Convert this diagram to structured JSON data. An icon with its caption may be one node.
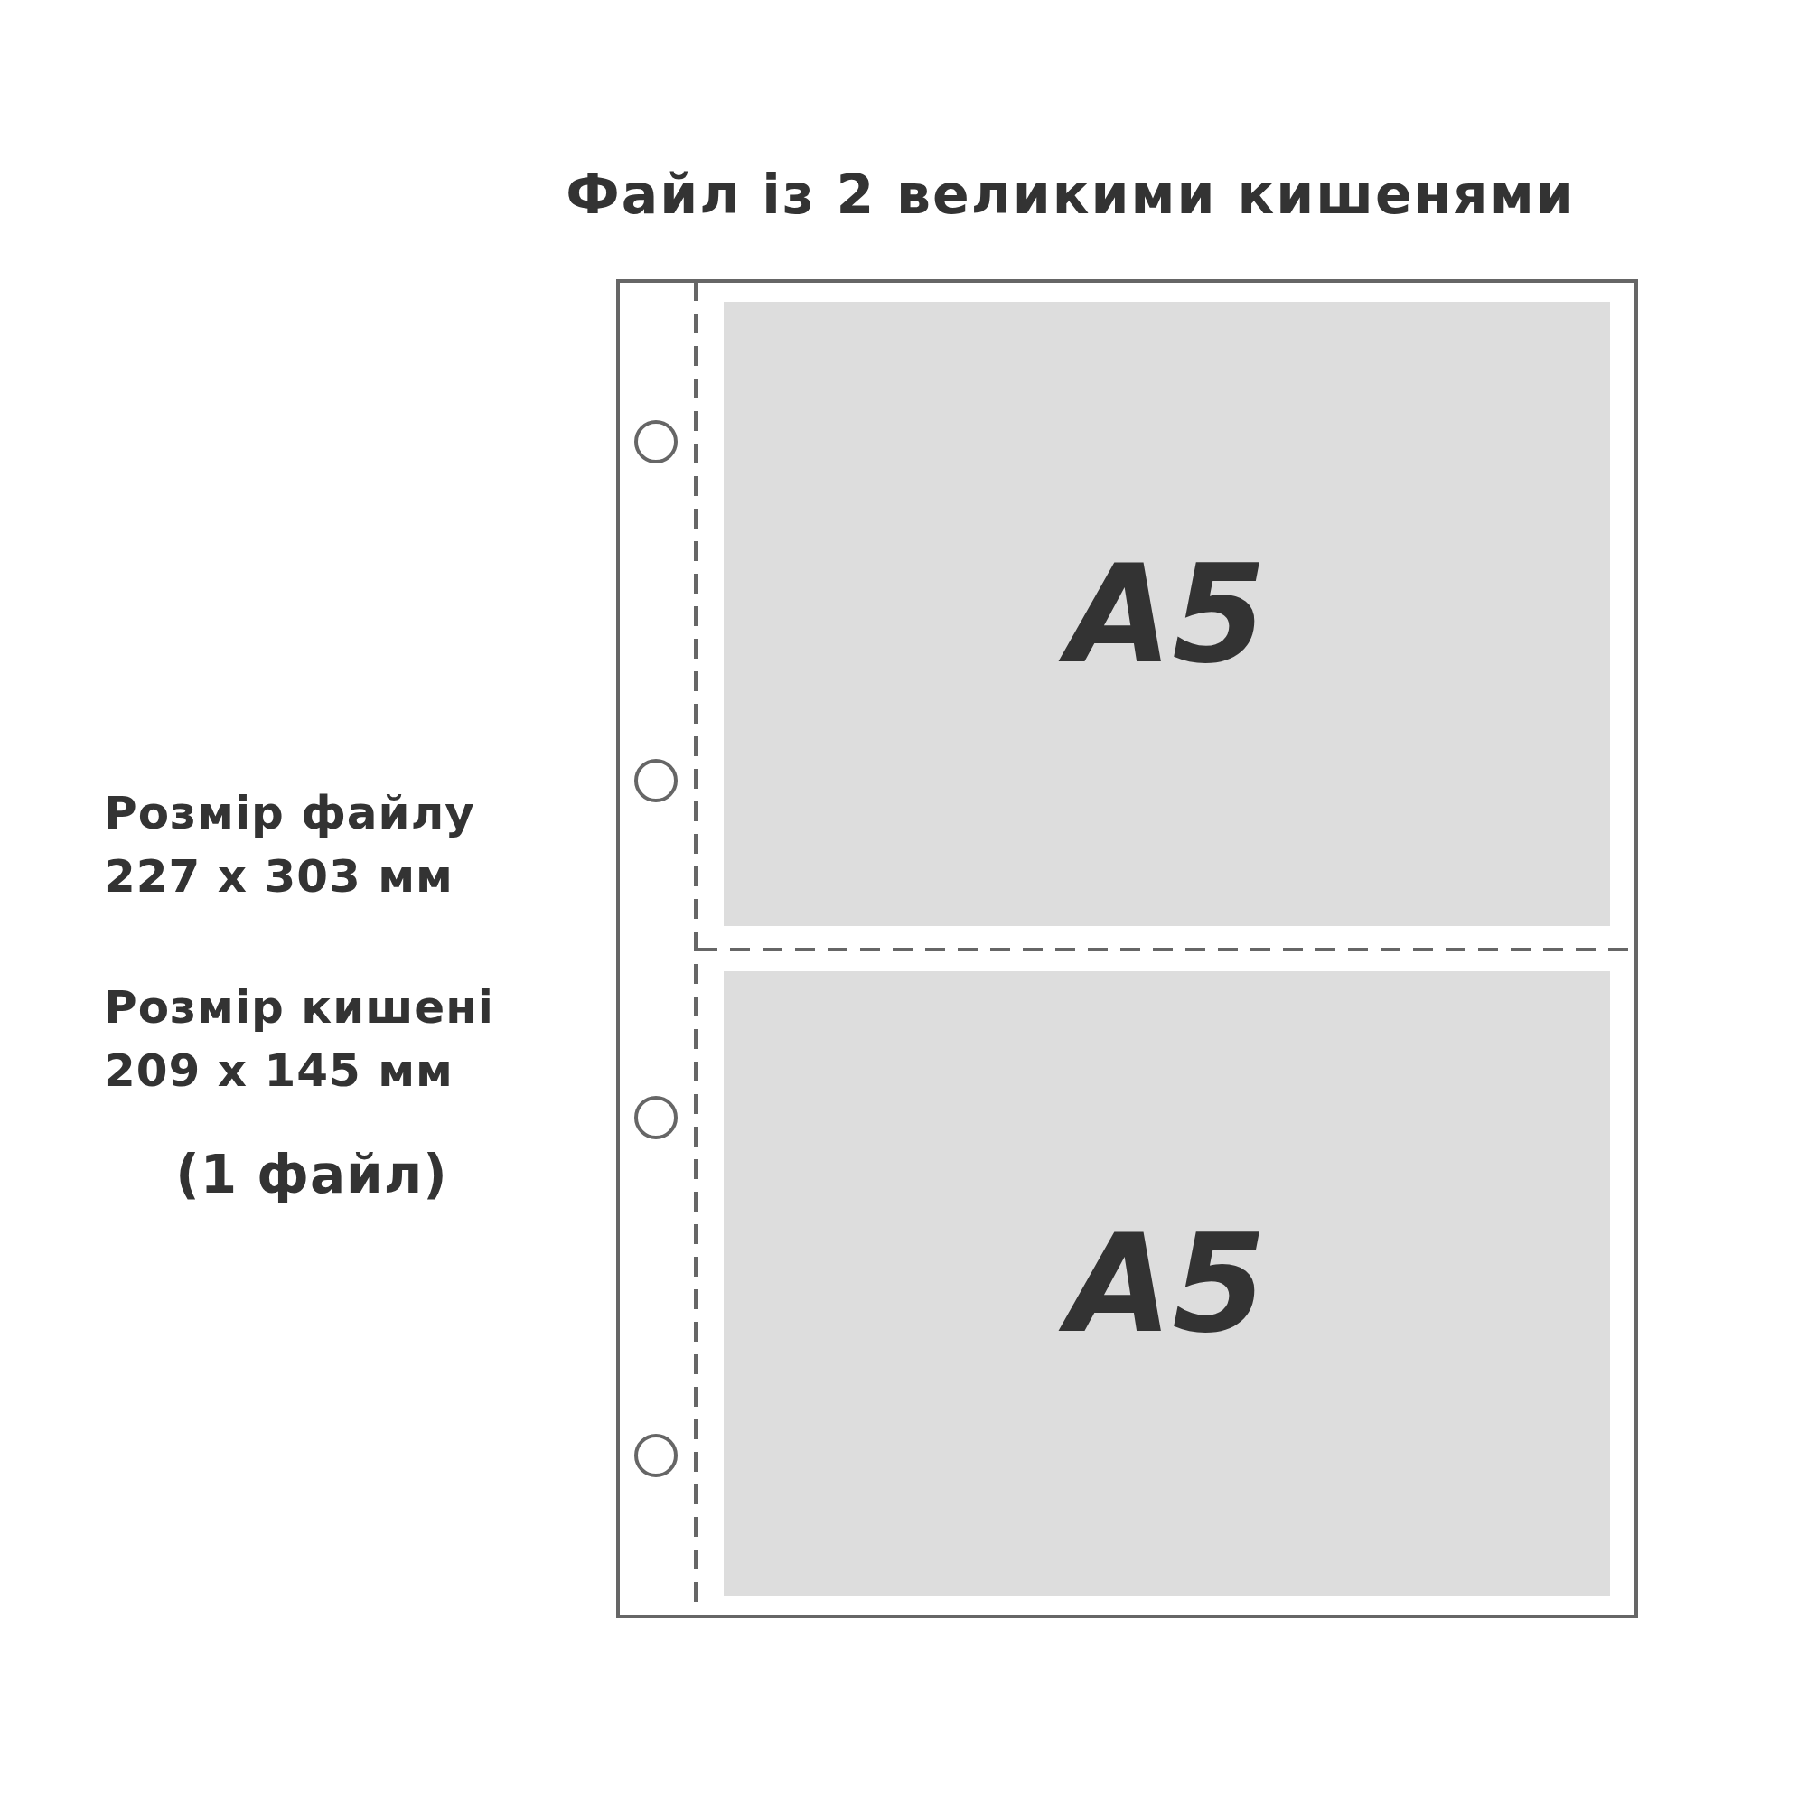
{
  "diagram": {
    "title": "Файл із 2 великими кишенями",
    "nodes": [
      {
        "text": [],
        "shape": "box"
      },
      {
        "text": [
          "A5"
        ],
        "in": 0
      },
      {
        "text": [
          "A5"
        ],
        "in": 0
      }
    ],
    "labels": [
      "Розмір файлу 227 x 303 мм",
      "Розмір кишені 209 x 145 мм",
      "(1 файл)"
    ]
  }
}
